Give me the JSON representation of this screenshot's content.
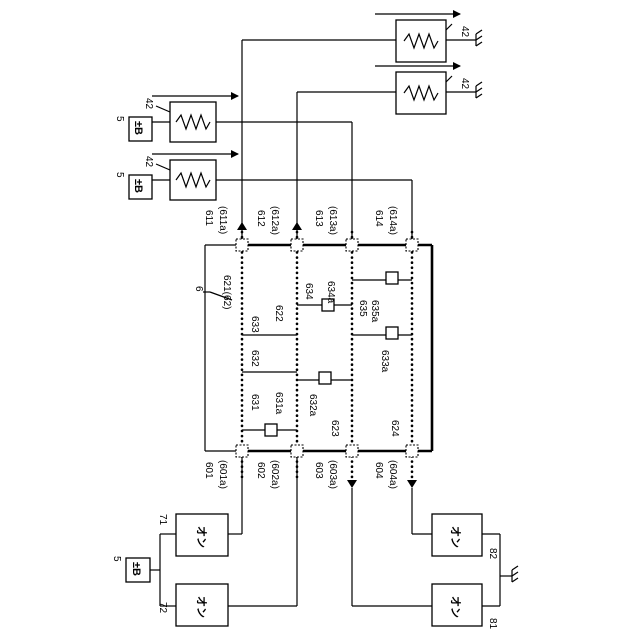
{
  "labels": {
    "n42": "42",
    "n5": "5",
    "pm_b": "±B",
    "n6": "6",
    "n621": "621(62)",
    "n633": "633",
    "n632": "632",
    "n631": "631",
    "n631a": "631a",
    "n622": "622",
    "n634": "634",
    "n634a": "634a",
    "n632a": "632a",
    "n623": "623",
    "n635": "635",
    "n635a": "635a",
    "n633a": "633a",
    "n624": "624",
    "n611": "611",
    "n611a": "(611a)",
    "n612": "612",
    "n612a": "(612a)",
    "n613": "613",
    "n613a": "(613a)",
    "n614": "614",
    "n614a": "(614a)",
    "n601": "601",
    "n601a": "(601a)",
    "n602": "602",
    "n602a": "(602a)",
    "n603": "603",
    "n603a": "(603a)",
    "n604": "604",
    "n604a": "(604a)",
    "n71": "71",
    "n72": "72",
    "n81": "81",
    "n82": "82",
    "on": "オン"
  }
}
